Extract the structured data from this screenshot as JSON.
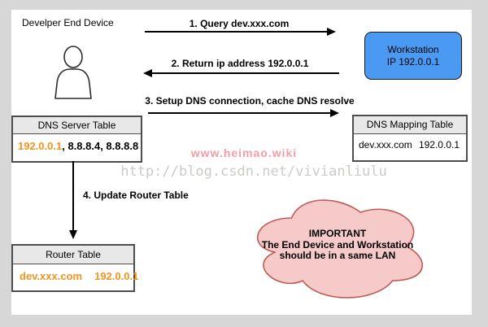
{
  "device_label": "Develper End Device",
  "arrows": {
    "step1": "1. Query dev.xxx.com",
    "step2": "2. Return ip address 192.0.0.1",
    "step3": "3. Setup DNS connection, cache DNS resolve",
    "step4": "4. Update Router Table"
  },
  "workstation": {
    "line1": "Workstation",
    "line2": "IP 192.0.0.1"
  },
  "dns_server_table": {
    "title": "DNS Server Table",
    "primary_ip": "192.0.0.1",
    "other_ips": ", 8.8.8.4, 8.8.8.8"
  },
  "dns_mapping_table": {
    "title": "DNS Mapping Table",
    "domain": "dev.xxx.com",
    "ip": "192.0.0.1"
  },
  "router_table": {
    "title": "Router Table",
    "domain": "dev.xxx.com",
    "ip": "192.0.0.1"
  },
  "cloud_note": {
    "line1": "IMPORTANT",
    "line2": "The End Device and Workstation",
    "line3": "should be in a same LAN"
  },
  "watermarks": {
    "pink": "www.heimao.wiki",
    "gray": "http://blog.csdn.net/vivianliulu"
  },
  "colors": {
    "workstation_blue": "#4A9AF4",
    "accent_orange": "#F6921E",
    "cloud_fill": "#F7CACA",
    "cloud_stroke": "#BE5B56",
    "table_header_gray": "#E8E8E8",
    "page_frame_gray": "#D7D7D7"
  }
}
